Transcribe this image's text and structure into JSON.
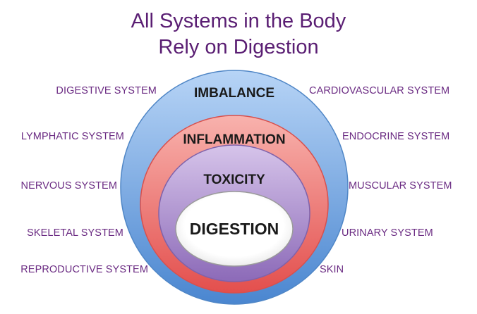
{
  "title": {
    "line1": "All Systems in the Body",
    "line2": "Rely on Digestion"
  },
  "rings": {
    "outer": "IMBALANCE",
    "second": "INFLAMMATION",
    "third": "TOXICITY",
    "core": "DIGESTION"
  },
  "left_systems": [
    "DIGESTIVE SYSTEM",
    "LYMPHATIC SYSTEM",
    "NERVOUS SYSTEM",
    "SKELETAL SYSTEM",
    "REPRODUCTIVE SYSTEM"
  ],
  "right_systems": [
    "CARDIOVASCULAR SYSTEM",
    "ENDOCRINE SYSTEM",
    "MUSCULAR SYSTEM",
    "URINARY SYSTEM",
    "SKIN"
  ],
  "colors": {
    "title": "#5a1e73",
    "system_labels": "#6a2a82",
    "outer_ring": "#5b93d6",
    "second_ring": "#e8625f",
    "third_ring": "#9f7fc4",
    "core": "#ffffff"
  }
}
